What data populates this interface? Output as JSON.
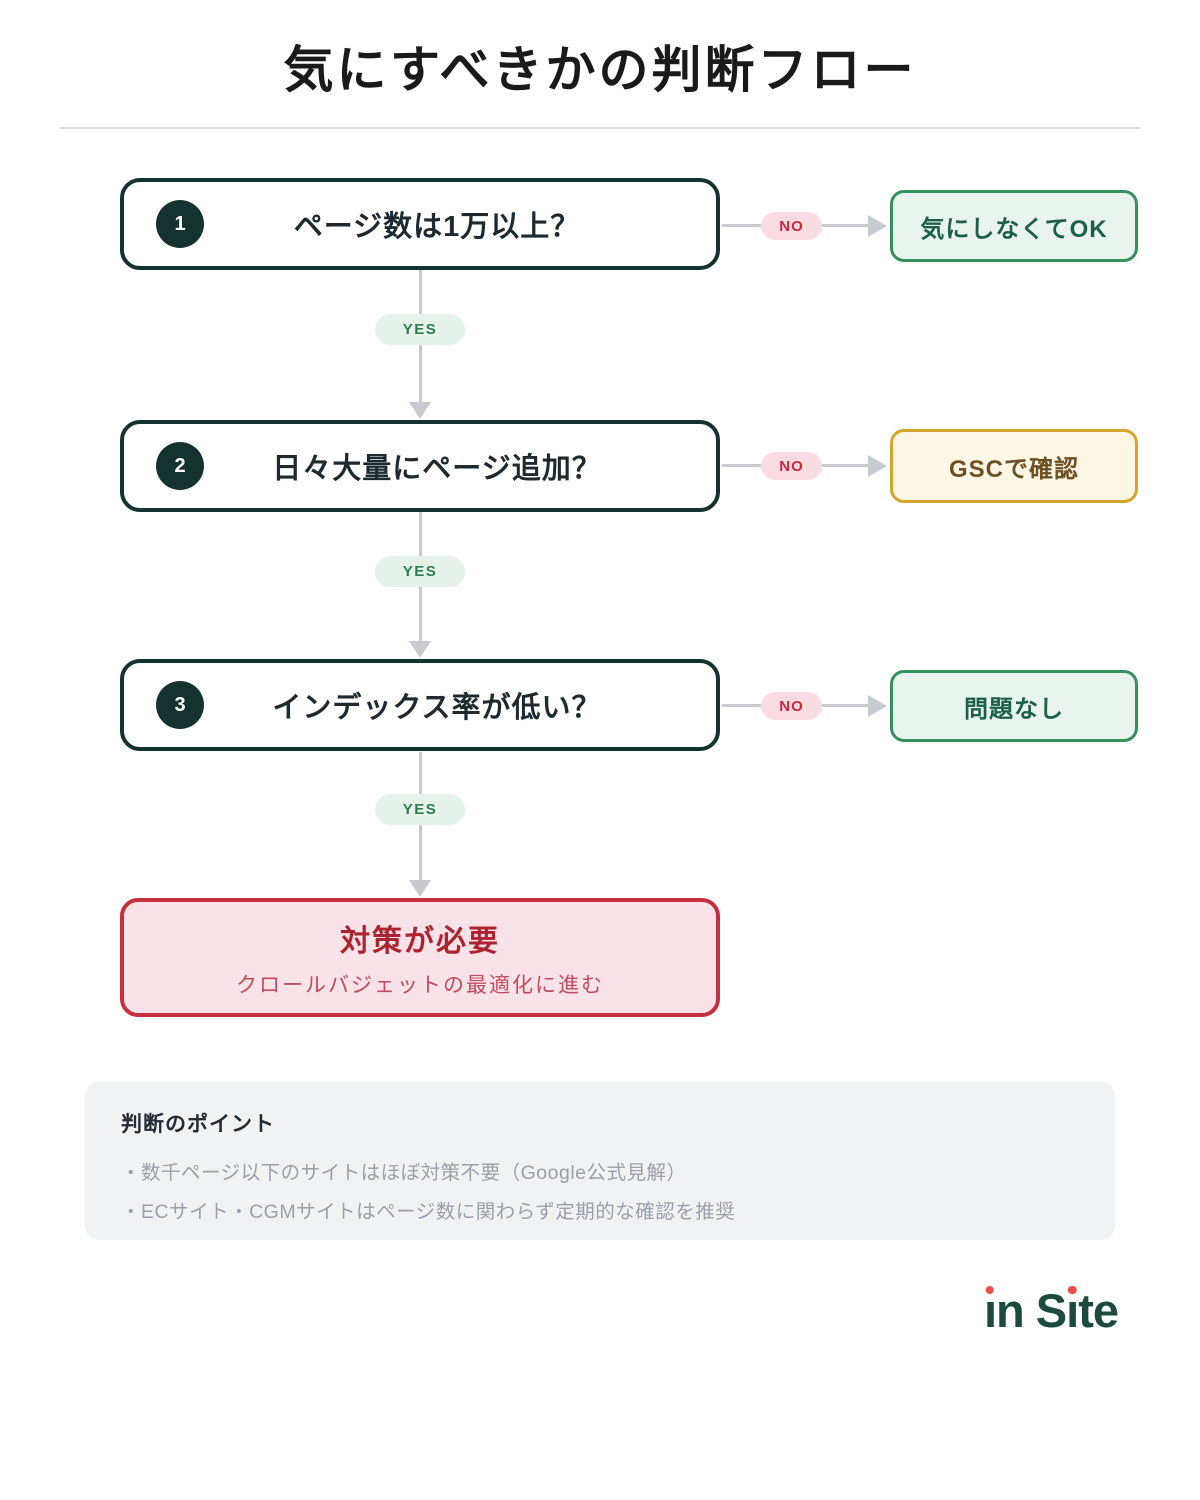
{
  "title": "気にすべきかの判断フロー",
  "flow": {
    "steps": [
      {
        "number": "1",
        "question": "ページ数は1万以上？",
        "no_label": "NO",
        "yes_label": "YES",
        "result": {
          "text": "気にしなくてOK",
          "variant": "green"
        }
      },
      {
        "number": "2",
        "question": "日々大量にページ追加？",
        "no_label": "NO",
        "yes_label": "YES",
        "result": {
          "text": "GSCで確認",
          "variant": "yellow"
        }
      },
      {
        "number": "3",
        "question": "インデックス率が低い？",
        "no_label": "NO",
        "yes_label": "YES",
        "result": {
          "text": "問題なし",
          "variant": "green"
        }
      }
    ],
    "final": {
      "title": "対策が必要",
      "subtitle": "クロールバジェットの最適化に進む"
    }
  },
  "notes": {
    "title": "判断のポイント",
    "items": [
      "・数千ページ以下のサイトはほぼ対策不要（Google公式見解）",
      "・ECサイト・CGMサイトはページ数に関わらず定期的な確認を推奨"
    ]
  },
  "logo": {
    "text": "in Site"
  },
  "colors": {
    "question_border": "#143230",
    "green_border": "#35915c",
    "green_bg": "#e9f4ee",
    "green_text": "#1c6147",
    "yellow_border": "#d6a52c",
    "yellow_bg": "#fcf6e4",
    "yellow_text": "#6e4f22",
    "red_border": "#c4303e",
    "red_bg": "#f9e2e8",
    "red_title": "#ad2430",
    "red_subtitle": "#c24b60",
    "no_bg": "#fbdce3",
    "no_text": "#c7293a",
    "yes_bg": "#e4f2e9",
    "yes_text": "#2e7d4f",
    "arrow": "#c7cad0",
    "logo_green": "#1d4a3e",
    "logo_dot": "#ef4f4b"
  }
}
